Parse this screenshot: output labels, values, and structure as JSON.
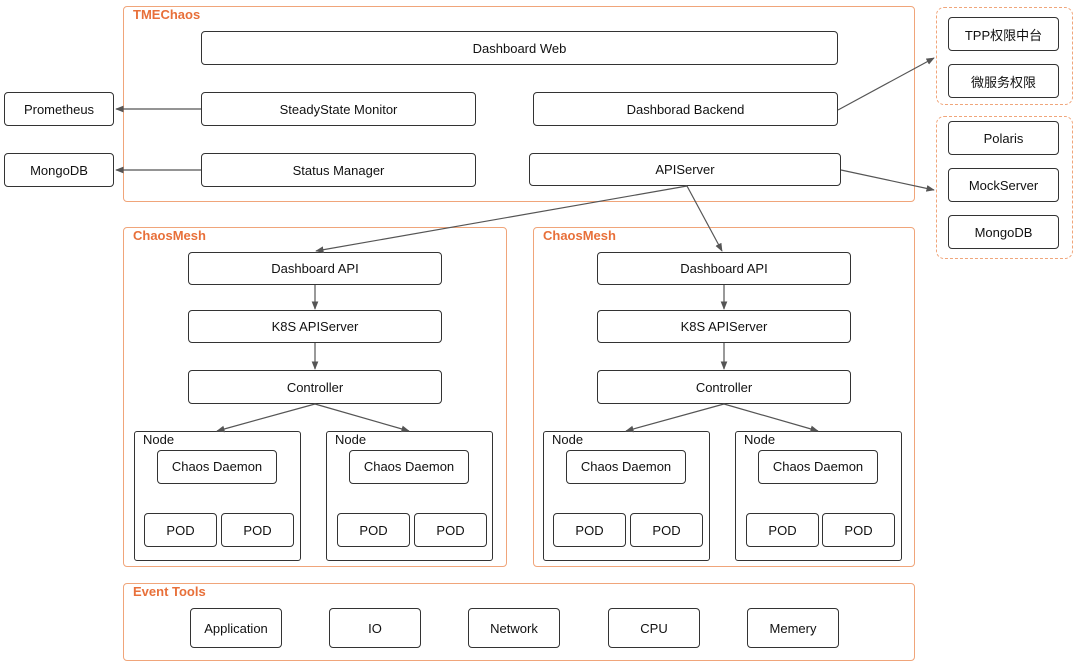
{
  "colors": {
    "frame": "#f0a57a",
    "title": "#e8703a",
    "box_border": "#333333",
    "arrow": "#555555"
  },
  "tmechaos": {
    "title": "TMEChaos",
    "dashboard_web": "Dashboard Web",
    "steadystate_monitor": "SteadyState Monitor",
    "dashboard_backend": "Dashborad Backend",
    "status_manager": "Status Manager",
    "apiserver": "APIServer"
  },
  "external": {
    "prometheus": "Prometheus",
    "mongodb": "MongoDB"
  },
  "auth_group": {
    "items": [
      "TPP权限中台",
      "微服务权限"
    ]
  },
  "service_group": {
    "items": [
      "Polaris",
      "MockServer",
      "MongoDB"
    ]
  },
  "chaosmesh": [
    {
      "title": "ChaosMesh",
      "dashboard_api": "Dashboard API",
      "k8s_apiserver": "K8S APIServer",
      "controller": "Controller",
      "nodes": [
        {
          "label": "Node",
          "daemon": "Chaos Daemon",
          "pods": [
            "POD",
            "POD"
          ]
        },
        {
          "label": "Node",
          "daemon": "Chaos Daemon",
          "pods": [
            "POD",
            "POD"
          ]
        }
      ]
    },
    {
      "title": "ChaosMesh",
      "dashboard_api": "Dashboard API",
      "k8s_apiserver": "K8S APIServer",
      "controller": "Controller",
      "nodes": [
        {
          "label": "Node",
          "daemon": "Chaos Daemon",
          "pods": [
            "POD",
            "POD"
          ]
        },
        {
          "label": "Node",
          "daemon": "Chaos Daemon",
          "pods": [
            "POD",
            "POD"
          ]
        }
      ]
    }
  ],
  "event_tools": {
    "title": "Event Tools",
    "items": [
      "Application",
      "IO",
      "Network",
      "CPU",
      "Memery"
    ]
  }
}
